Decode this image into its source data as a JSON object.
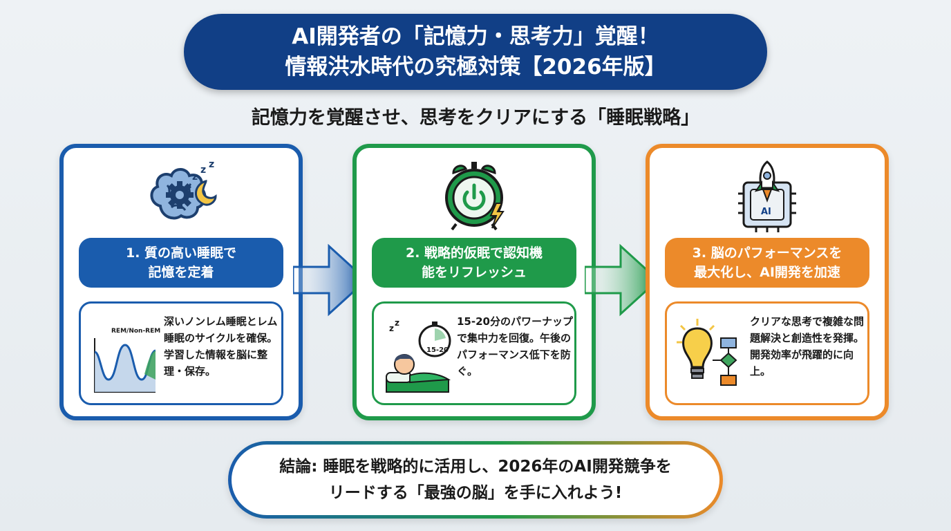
{
  "title": {
    "line1": "AI開発者の「記憶力・思考力」覚醒！",
    "line2": "情報洪水時代の究極対策【2026年版】"
  },
  "subtitle": "記憶力を覚醒させ、思考をクリアにする「睡眠戦略」",
  "steps": [
    {
      "heading_line1": "1. 質の高い睡眠で",
      "heading_line2": "記憶を定着",
      "chart_label": "REM/Non-REM",
      "description": "深いノンレム睡眠とレム睡眠のサイクルを確保。学習した情報を脳に整理・保存。",
      "icon": "brain-gear-moon-icon",
      "color": "#1a5cad"
    },
    {
      "heading_line1": "2. 戦略的仮眠で認知機",
      "heading_line2": "能をリフレッシュ",
      "clock_label": "15-20",
      "description": "15-20分のパワーナップで集中力を回復。午後のパフォーマンス低下を防ぐ。",
      "icon": "alarm-clock-power-icon",
      "color": "#1f9a4a"
    },
    {
      "heading_line1": "3. 脳のパフォーマンスを",
      "heading_line2": "最大化し、AI開発を加速",
      "chip_label": "AI",
      "description": "クリアな思考で複雑な問題解決と創造性を発揮。開発効率が飛躍的に向上。",
      "icon": "ai-chip-rocket-icon",
      "color": "#ec8a2a"
    }
  ],
  "conclusion": {
    "line1": "結論: 睡眠を戦略的に活用し、2026年のAI開発競争を",
    "line2": "リードする「最強の脳」を手に入れよう!"
  }
}
